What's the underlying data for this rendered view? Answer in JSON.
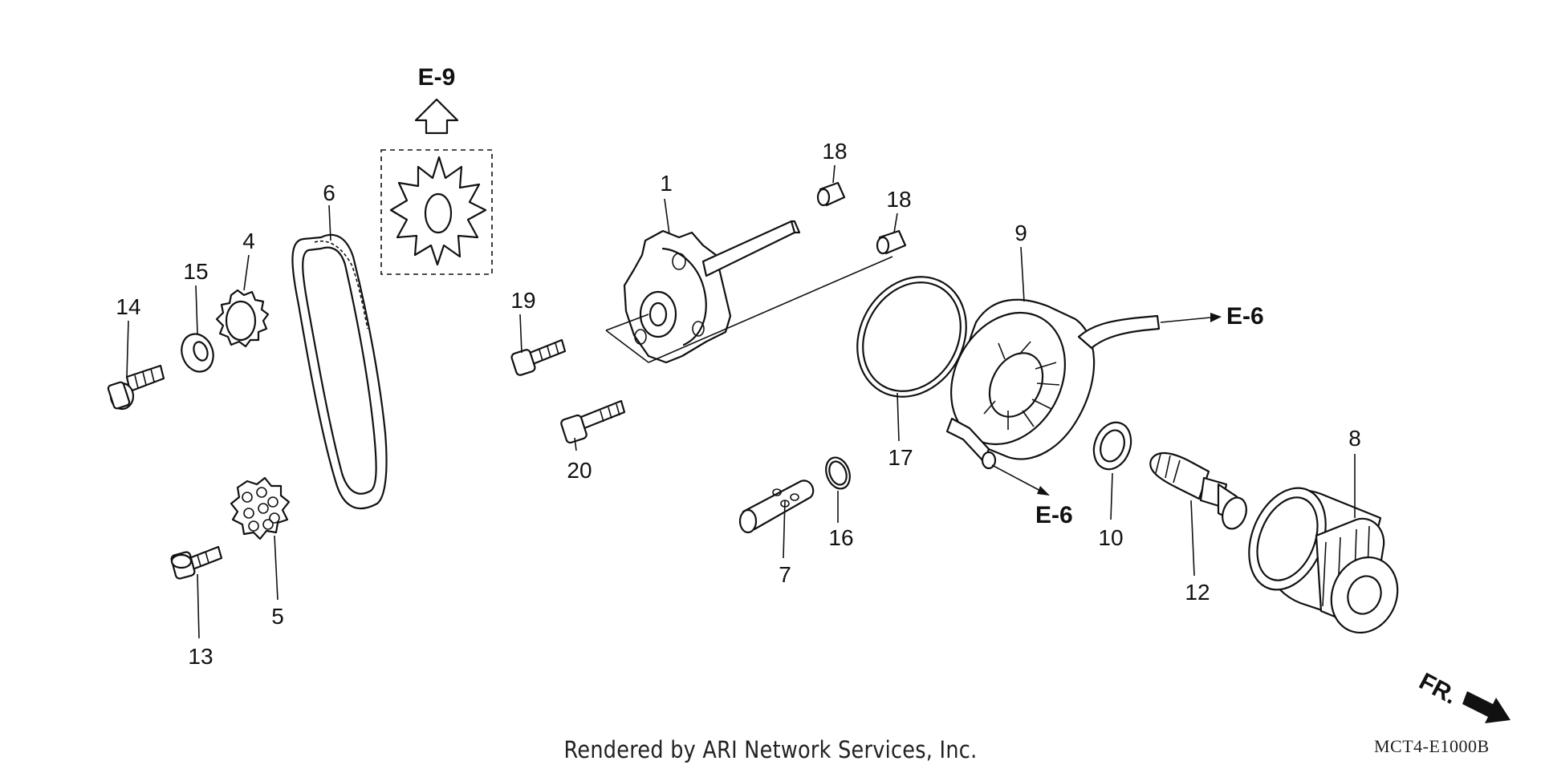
{
  "diagram": {
    "part_labels": [
      "1",
      "4",
      "5",
      "6",
      "7",
      "8",
      "9",
      "10",
      "12",
      "13",
      "14",
      "15",
      "16",
      "17",
      "18",
      "18",
      "19",
      "20"
    ],
    "reference_labels": {
      "e9": "E-9",
      "e6_top": "E-6",
      "e6_bottom": "E-6"
    },
    "front_marker": "FR.",
    "drawing_code": "MCT4-E1000B",
    "footer": "Rendered by ARI Network Services, Inc."
  }
}
